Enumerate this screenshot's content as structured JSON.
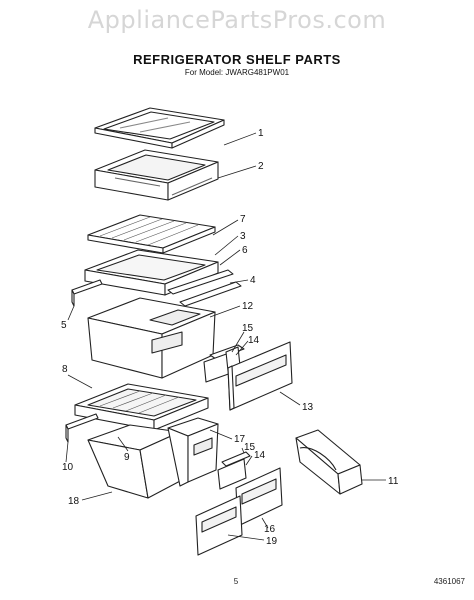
{
  "watermark": "AppliancePartsPros.com",
  "title": "REFRIGERATOR SHELF PARTS",
  "subtitle": "For Model: JWARG481PW01",
  "callouts": [
    "1",
    "2",
    "7",
    "3",
    "6",
    "4",
    "5",
    "12",
    "15",
    "14",
    "8",
    "13",
    "17",
    "15",
    "14",
    "10",
    "9",
    "11",
    "18",
    "16",
    "19"
  ],
  "footer": {
    "page": "5",
    "code": "4361067"
  }
}
